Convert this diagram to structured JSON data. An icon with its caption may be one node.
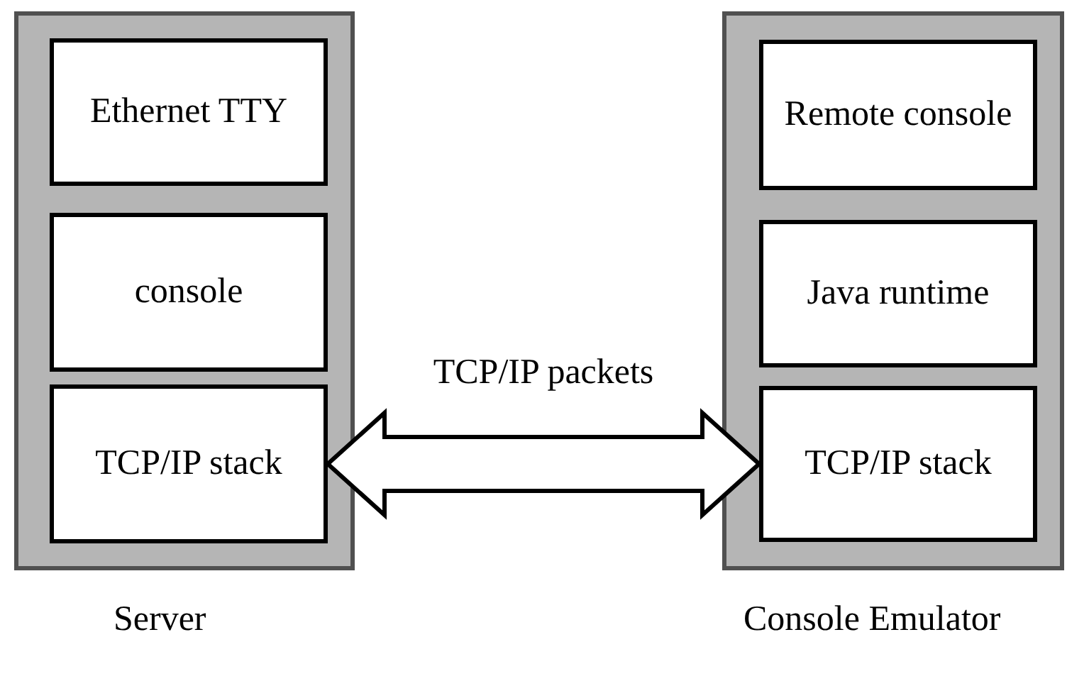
{
  "diagram": {
    "nodes": [
      {
        "text": [
          "Server"
        ]
      },
      {
        "text": [
          "Ethernet TTY"
        ],
        "in": 0
      },
      {
        "text": [
          "console"
        ],
        "in": 0
      },
      {
        "text": [
          "TCP/IP stack"
        ],
        "in": 0
      },
      {
        "text": [
          "Console Emulator"
        ]
      },
      {
        "text": [
          "Remote console"
        ],
        "in": 4
      },
      {
        "text": [
          "Java runtime"
        ],
        "in": 4
      },
      {
        "text": [
          "TCP/IP stack"
        ],
        "in": 4
      }
    ],
    "edges": [
      {
        "from": 3,
        "to": 7,
        "arrow": "both",
        "label": "TCP/IP packets",
        "style": "thick"
      }
    ]
  }
}
